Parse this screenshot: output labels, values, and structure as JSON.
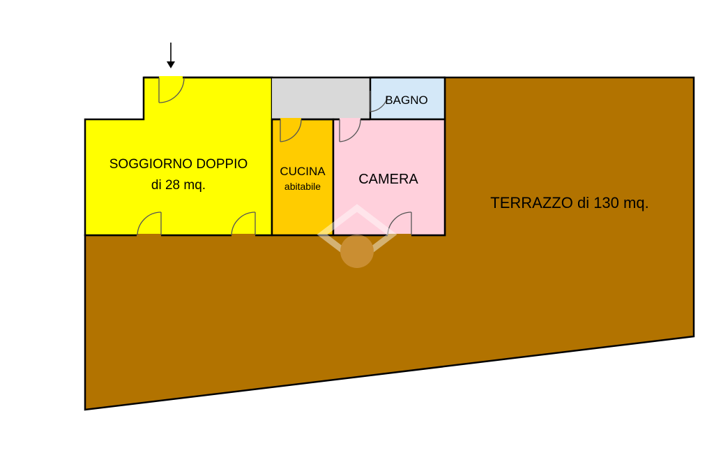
{
  "plan": {
    "rooms": {
      "soggiorno": {
        "name": "SOGGIORNO DOPPIO",
        "area": "di 28 mq.",
        "color": "#ffff00"
      },
      "cucina": {
        "name": "CUCINA",
        "subname": "abitabile",
        "color": "#ffcc00"
      },
      "camera": {
        "name": "CAMERA",
        "color": "#ffd0dc"
      },
      "bagno": {
        "name": "BAGNO",
        "color": "#d4e8f8"
      },
      "disimpegno": {
        "color": "#d9d9d9"
      },
      "terrazzo": {
        "name": "TERRAZZO di 130 mq.",
        "color": "#b27300"
      }
    },
    "entrance_arrow": {
      "icon": "arrow-down-icon"
    },
    "watermark": {
      "icon": "watermark-logo-icon"
    }
  }
}
